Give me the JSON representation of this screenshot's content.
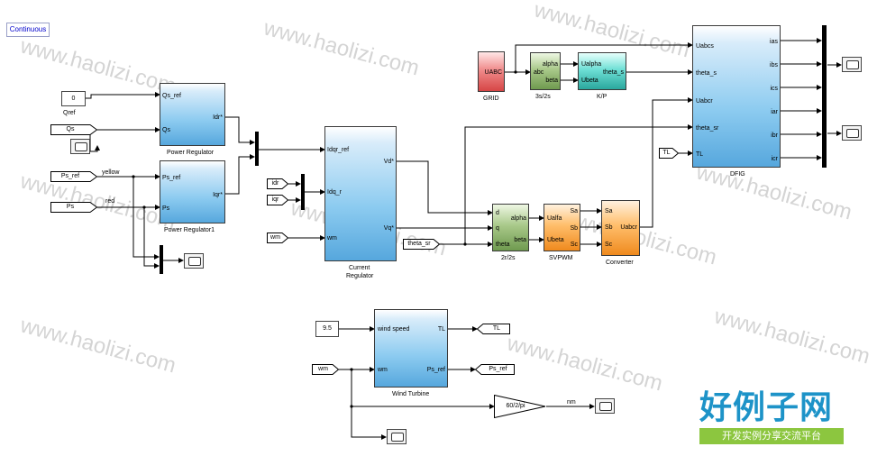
{
  "solver": "Continuous",
  "watermark": "www.haolizi.com",
  "logo": {
    "title": "好例子网",
    "subtitle": "开发实例分享交流平台"
  },
  "constants": {
    "qref_value": "0",
    "wind_speed_value": "9.5"
  },
  "labels": {
    "qref": "Qref",
    "signal_yellow": "yellow",
    "signal_red": "red",
    "nm": "nm"
  },
  "tags": {
    "qs": "Qs",
    "ps_ref": "Ps_ref",
    "ps": "Ps",
    "idr": "idr",
    "iqr": "iqr",
    "wm": "wm",
    "theta_sr": "theta_sr",
    "tl_in": "TL",
    "tl_out": "TL",
    "ps_ref_out": "Ps_ref",
    "wm_turbine": "wm"
  },
  "blocks": {
    "power_regulator": {
      "name": "Power Regulator",
      "ports_in": [
        "Qs_ref",
        "Qs"
      ],
      "ports_out": [
        "Idr*"
      ]
    },
    "power_regulator1": {
      "name": "Power Regulator1",
      "ports_in": [
        "Ps_ref",
        "Ps"
      ],
      "ports_out": [
        "Iqr*"
      ]
    },
    "current_regulator": {
      "name_line1": "Current",
      "name_line2": "Regulator",
      "ports_in": [
        "Idqr_ref",
        "Idq_r",
        "wm"
      ],
      "ports_out": [
        "Vd*",
        "Vq*"
      ]
    },
    "grid": {
      "name": "GRID",
      "port": "UABC"
    },
    "t3s2s": {
      "name": "3s/2s",
      "ports_in": [
        "abc"
      ],
      "ports_out": [
        "alpha",
        "beta"
      ]
    },
    "kp": {
      "name": "K/P",
      "ports_in": [
        "Ualpha",
        "Ubeta"
      ],
      "ports_out": [
        "theta_s"
      ]
    },
    "dfig": {
      "name": "DFIG",
      "ports_in": [
        "Uabcs",
        "theta_s",
        "Uabcr",
        "theta_sr",
        "TL"
      ],
      "ports_out": [
        "ias",
        "ibs",
        "ics",
        "iar",
        "ibr",
        "icr"
      ]
    },
    "t2r2s": {
      "name": "2r/2s",
      "ports_in": [
        "d",
        "q",
        "theta"
      ],
      "ports_out": [
        "alpha",
        "beta"
      ]
    },
    "svpwm": {
      "name": "SVPWM",
      "ports_in": [
        "Ualfa",
        "Ubeta"
      ],
      "ports_out": [
        "Sa",
        "Sb",
        "Sc"
      ]
    },
    "converter": {
      "name": "Converter",
      "ports_in": [
        "Sa",
        "Sb",
        "Sc"
      ],
      "ports_out": [
        "Uabcr"
      ]
    },
    "wind_turbine": {
      "name": "Wind Turbine",
      "ports_in": [
        "wind speed",
        "wm"
      ],
      "ports_out": [
        "TL",
        "Ps_ref"
      ]
    },
    "gain": {
      "value": "60/2/pi"
    }
  },
  "colors": {
    "wire": "#000000",
    "solver_text": "#0000cc",
    "logo_blue": "#1d93c8",
    "logo_green": "#8cc63f"
  }
}
